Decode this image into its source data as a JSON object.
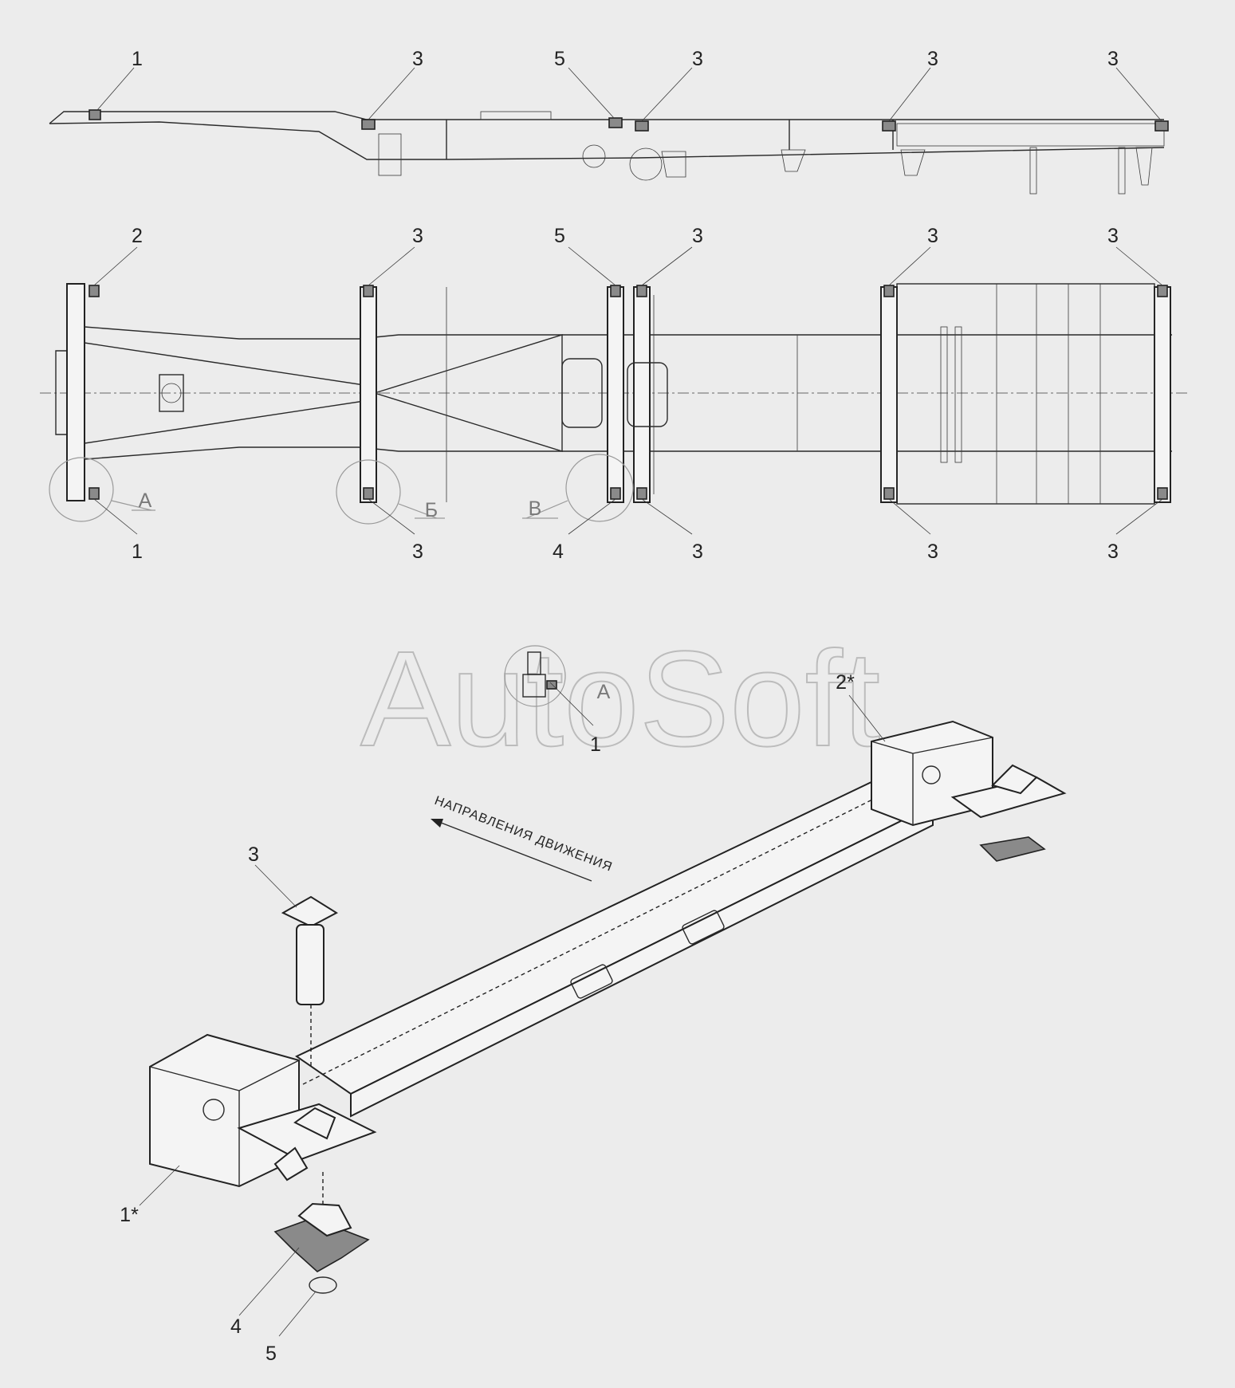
{
  "watermark": "AutoSoft",
  "direction_label": "НАПРАВЛЕНИЯ ДВИЖЕНИЯ",
  "side_view": {
    "callouts": [
      "1",
      "3",
      "5",
      "3",
      "3",
      "3"
    ]
  },
  "top_view": {
    "callouts_top": [
      "2",
      "3",
      "5",
      "3",
      "3",
      "3"
    ],
    "callouts_bottom": [
      "1",
      "3",
      "4",
      "3",
      "3",
      "3"
    ],
    "detail_refs": [
      "А",
      "Б",
      "В"
    ]
  },
  "detail_inset": {
    "ref": "А",
    "callout": "1"
  },
  "exploded_view": {
    "callouts": [
      "2*",
      "3",
      "1*",
      "4",
      "5"
    ]
  }
}
